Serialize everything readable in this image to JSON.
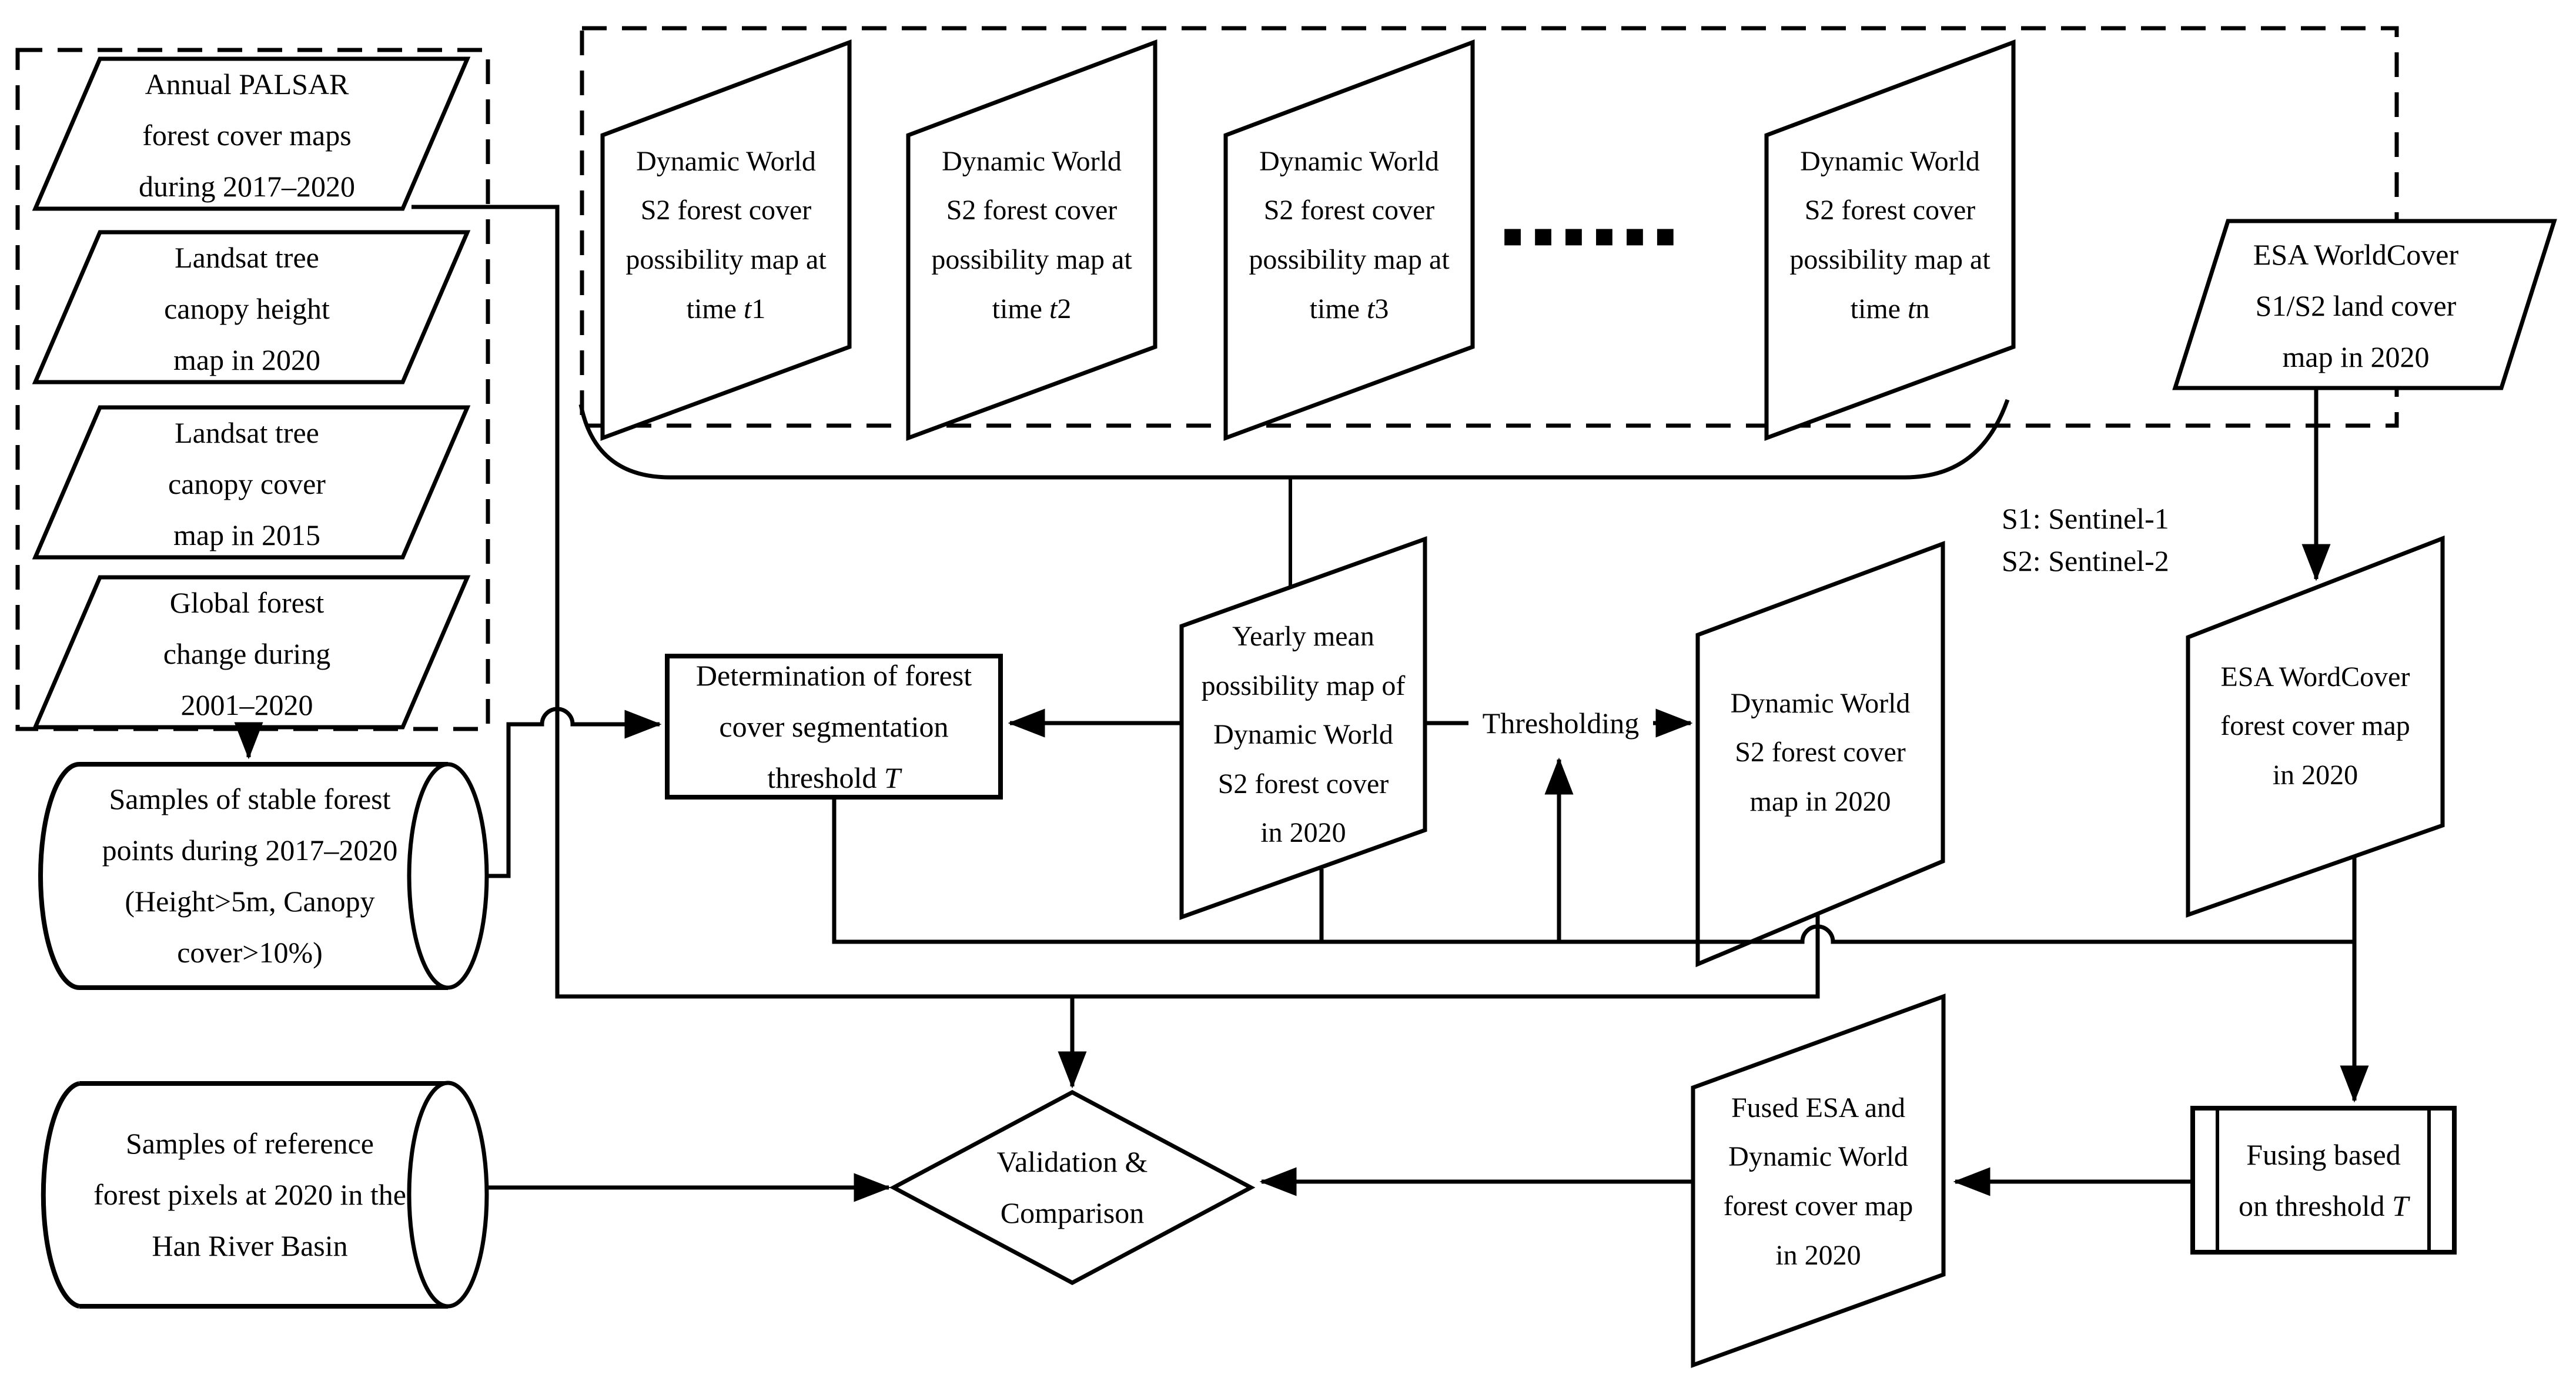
{
  "figure": {
    "colors": {
      "line": "#000000",
      "background": "#ffffff"
    },
    "input_sources": {
      "palsar": {
        "lines": [
          "Annual PALSAR",
          "forest cover maps",
          "during 2017–2020"
        ]
      },
      "canopy_height": {
        "lines": [
          "Landsat tree",
          "canopy height",
          "map in 2020"
        ]
      },
      "canopy_cover": {
        "lines": [
          "Landsat tree",
          "canopy cover",
          "map in 2015"
        ]
      },
      "forest_change": {
        "lines": [
          "Global forest",
          "change during",
          "2001–2020"
        ]
      }
    },
    "dw_group": {
      "common_lines": [
        "Dynamic World",
        "S2 forest cover",
        "possibility map at"
      ],
      "time_label": "time ",
      "t_italic": "t",
      "maps": [
        {
          "suffix": "1"
        },
        {
          "suffix": "2"
        },
        {
          "suffix": "3"
        },
        {
          "suffix": "n"
        }
      ],
      "dots": "▪▪▪▪▪▪"
    },
    "esa_landcover": {
      "lines": [
        "ESA WorldCover",
        "S1/S2 land cover",
        "map in 2020"
      ]
    },
    "legend": {
      "line1": "S1: Sentinel-1",
      "line2": "S2: Sentinel-2"
    },
    "stable_samples": {
      "lines": [
        "Samples of stable forest",
        "points during 2017–2020",
        "(Height>5m, Canopy",
        "cover>10%)"
      ]
    },
    "determination": {
      "lines": [
        "Determination of forest",
        "cover segmentation"
      ],
      "tail_prefix": "threshold ",
      "tail_italic": "T"
    },
    "yearly_mean": {
      "lines": [
        "Yearly mean",
        "possibility map of",
        "Dynamic World",
        "S2 forest cover",
        "in 2020"
      ]
    },
    "thresholding_label": "Thresholding",
    "dw_forest_map": {
      "lines": [
        "Dynamic World",
        "S2 forest cover",
        "map in 2020"
      ]
    },
    "esa_forest_map": {
      "lines": [
        "ESA WordCover",
        "forest cover map",
        "in 2020"
      ]
    },
    "reference_samples": {
      "lines": [
        "Samples of reference",
        "forest pixels at 2020 in the",
        "Han River Basin"
      ]
    },
    "validation": {
      "lines": [
        "Validation &",
        "Comparison"
      ]
    },
    "fused_map": {
      "lines": [
        "Fused ESA and",
        "Dynamic World",
        "forest cover map",
        "in 2020"
      ]
    },
    "fusing": {
      "line1": "Fusing based",
      "line2_prefix": "on threshold ",
      "line2_italic": "T"
    }
  }
}
